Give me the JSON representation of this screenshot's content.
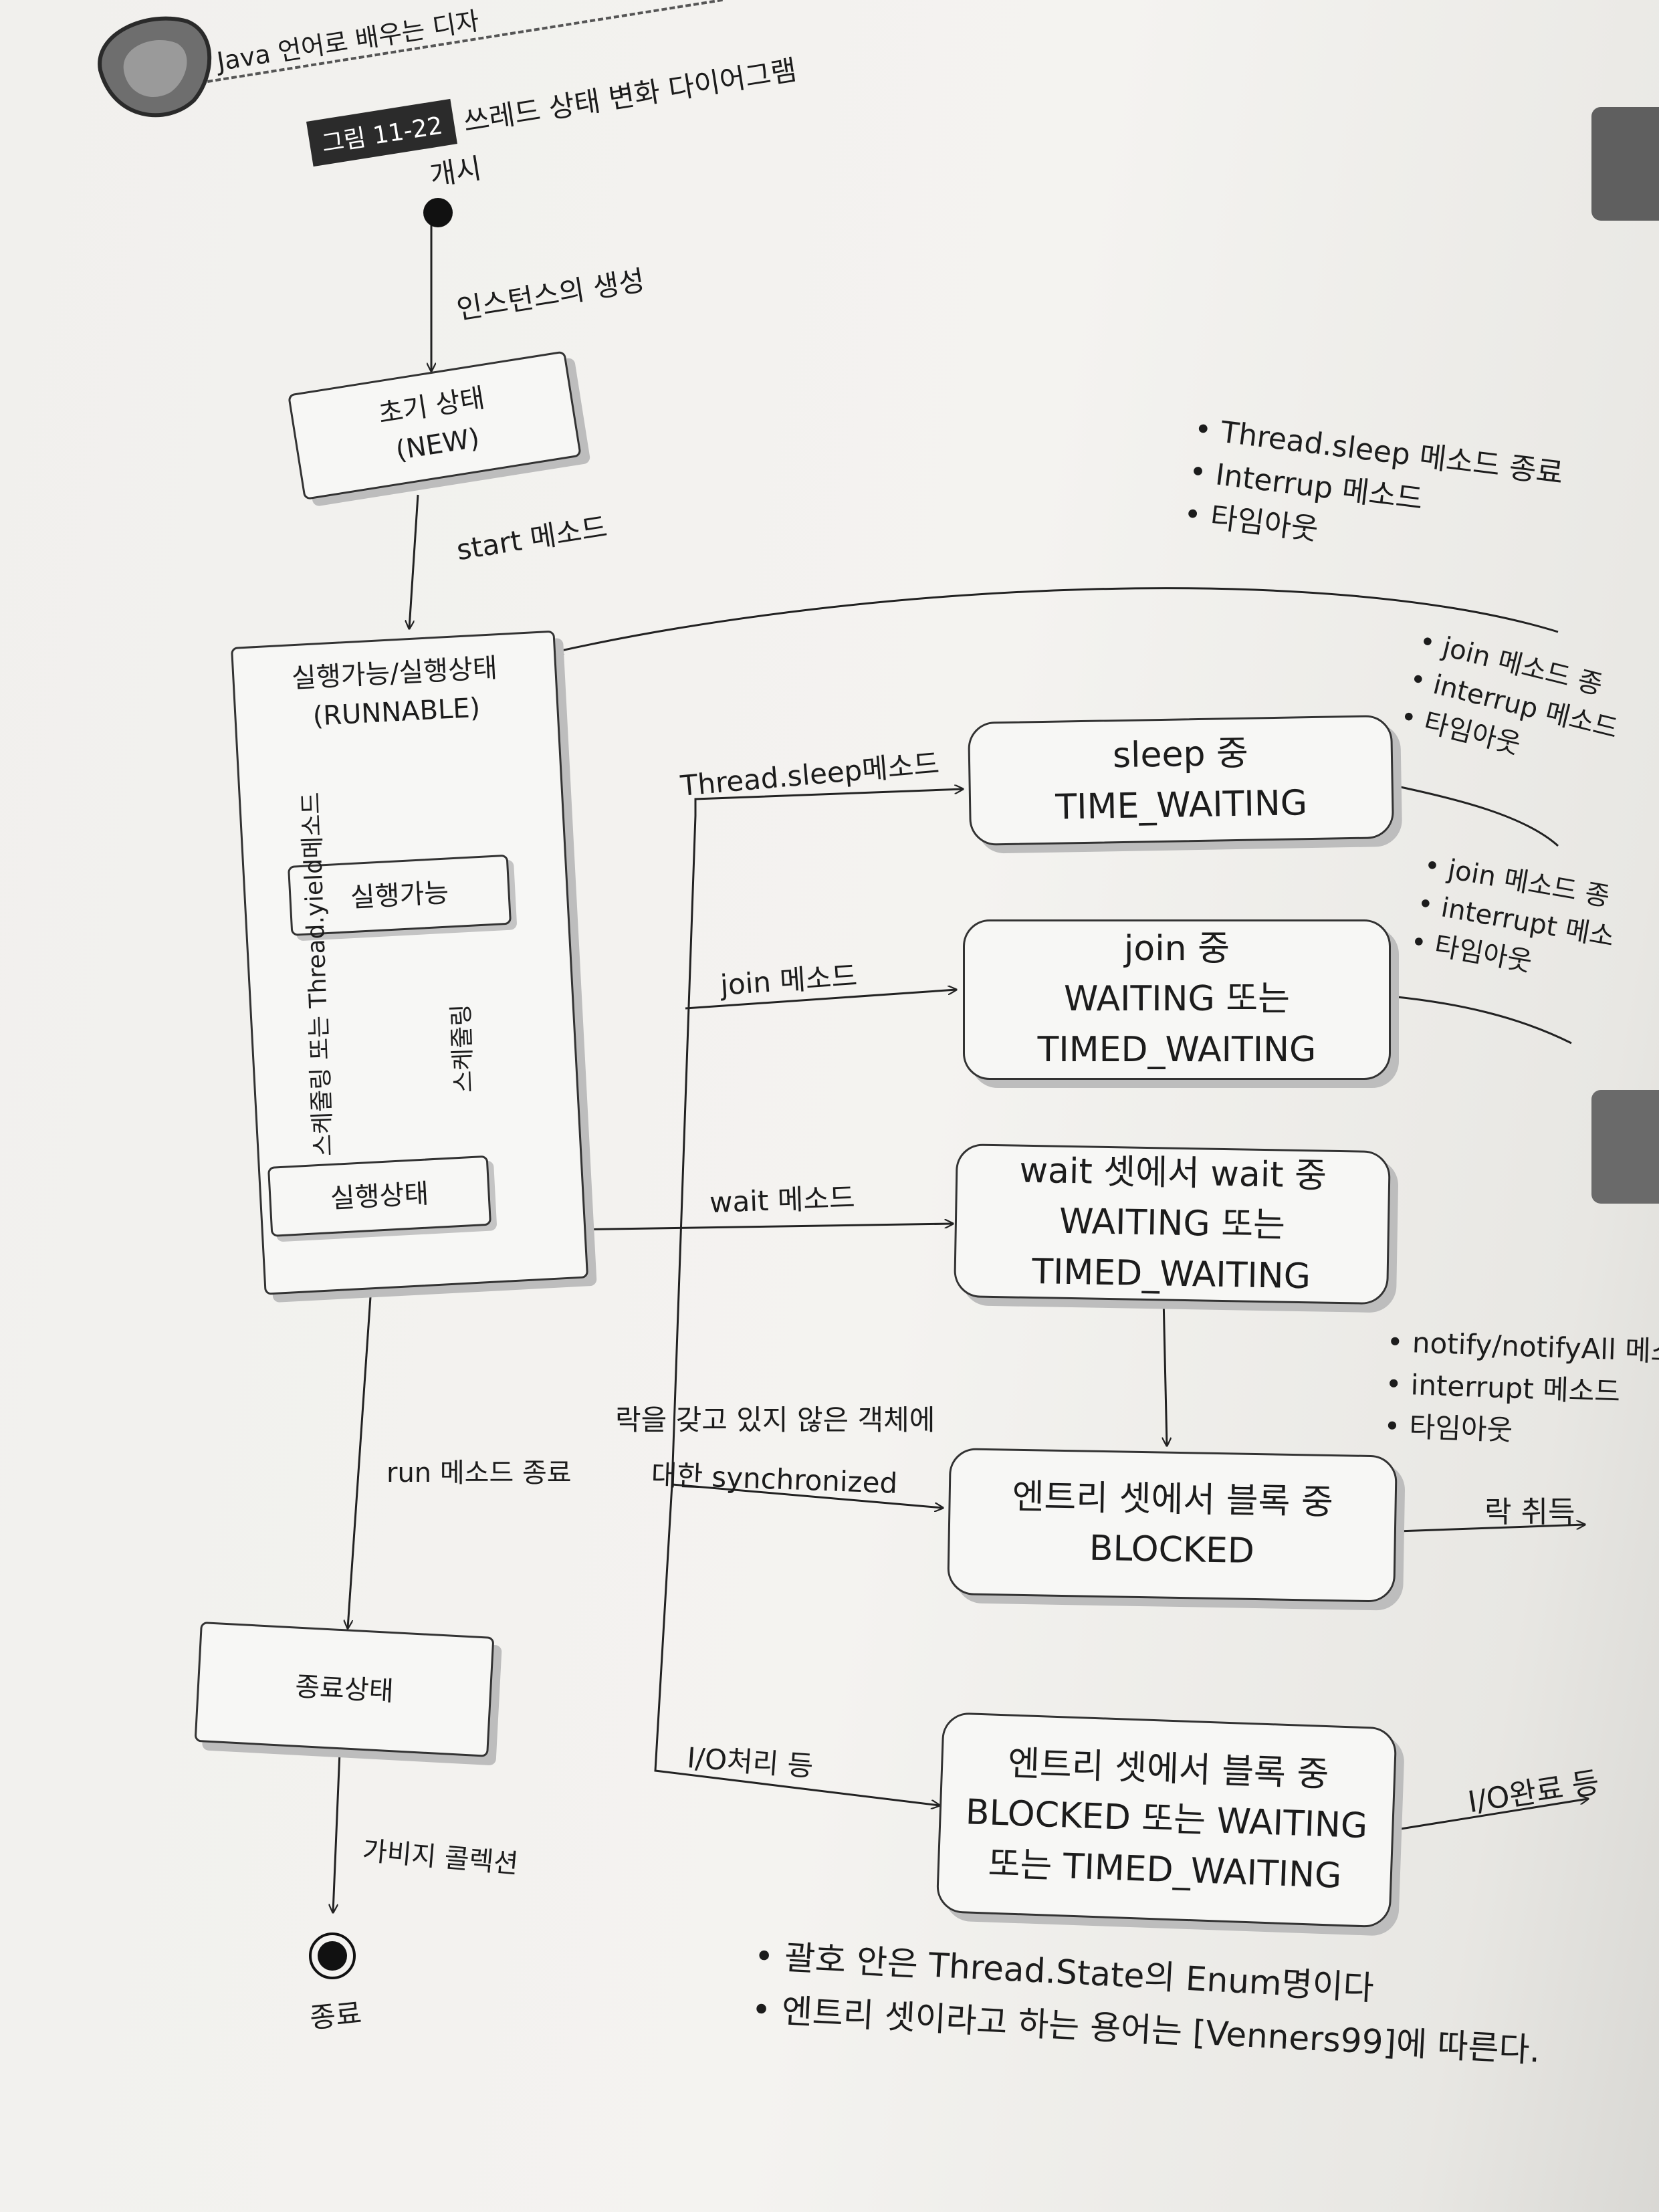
{
  "header": {
    "running_title": "Java 언어로 배우는 디자",
    "figure_tag": "그림 11-22",
    "figure_title": "쓰레드 상태 변화 다이어그램"
  },
  "start": {
    "label": "개시"
  },
  "end": {
    "label": "종료"
  },
  "states": {
    "new": {
      "line1": "초기 상태",
      "line2": "(NEW)"
    },
    "runnable": {
      "line1": "실행가능/실행상태",
      "line2": "(RUNNABLE)"
    },
    "ready": {
      "label": "실행가능"
    },
    "running": {
      "label": "실행상태"
    },
    "terminated": {
      "label": "종료상태"
    },
    "sleep": {
      "line1": "sleep 중",
      "line2": "TIME_WAITING"
    },
    "join": {
      "line1": "join 중",
      "line2": "WAITING 또는",
      "line3": "TIMED_WAITING"
    },
    "wait": {
      "line1": "wait 셋에서 wait 중",
      "line2": "WAITING 또는",
      "line3": "TIMED_WAITING"
    },
    "blocked": {
      "line1": "엔트리 셋에서 블록 중",
      "line2": "BLOCKED"
    },
    "io": {
      "line1": "엔트리 셋에서 블록 중",
      "line2": "BLOCKED 또는 WAITING",
      "line3": "또는 TIMED_WAITING"
    }
  },
  "transitions": {
    "create": "인스턴스의 생성",
    "start": "start 메소드",
    "schedule_or_yield": "스케줄링 또는 Thread.yield메소드",
    "schedule": "스케줄링",
    "sleep": "Thread.sleep메소드",
    "join": "join 메소드",
    "wait": "wait 메소드",
    "sync_line1": "락을 갖고 있지 않은 객체에",
    "sync_line2": "대한 synchronized",
    "io": "I/O처리 등",
    "run_end": "run 메소드 종료",
    "gc": "가비지 콜렉션",
    "lock_acquired": "락 취득",
    "io_done": "I/O완료 등"
  },
  "bullets": {
    "sleep_return": [
      "Thread.sleep 메소드 종료",
      "Interrup 메소드",
      "타임아웃"
    ],
    "join_return_1": [
      "join 메소드 종",
      "interrup 메소드",
      "타임아웃"
    ],
    "join_return_2": [
      "join 메소드 종",
      "interrupt 메소",
      "타임아웃"
    ],
    "wait_exit": [
      "notify/notifyAll 메소",
      "interrupt 메소드",
      "타임아웃"
    ]
  },
  "footnotes": [
    "괄호 안은 Thread.State의 Enum명이다",
    "엔트리 셋이라고 하는 용어는 [Venners99]에 따른다."
  ],
  "colors": {
    "paper": "#f2f1ee",
    "ink": "#1c1c1c",
    "shadow": "#bdbdbd",
    "tag": "#2b2b2b"
  }
}
